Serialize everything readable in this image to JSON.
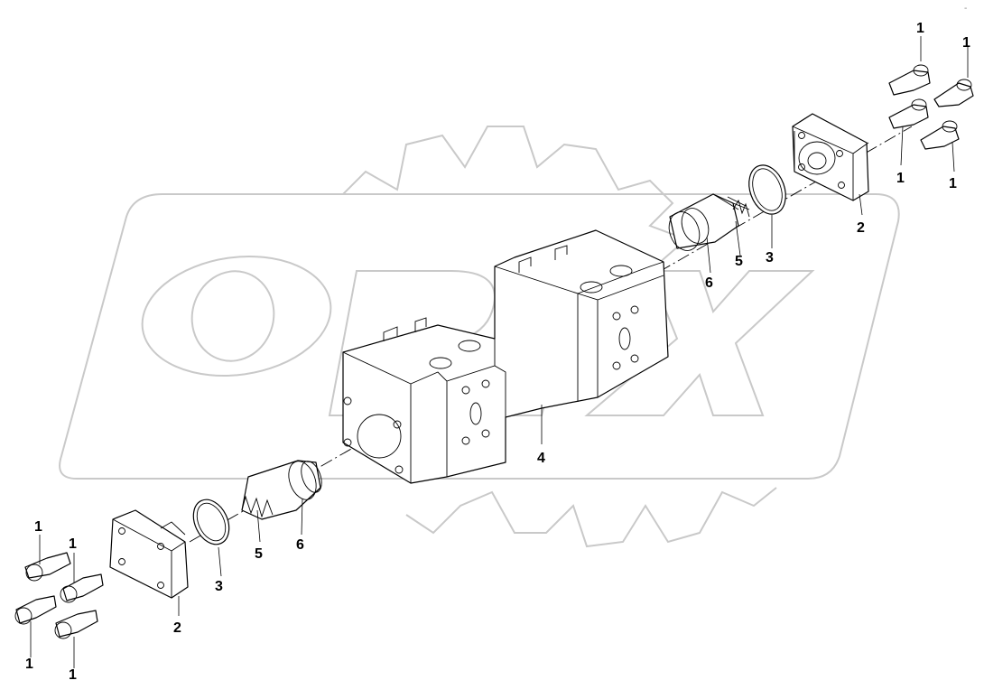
{
  "watermark": {
    "text": "ORFX",
    "color": "#c9c9c9"
  },
  "corner_mark": "‑",
  "callouts": [
    {
      "id": "c1",
      "text": "1"
    },
    {
      "id": "c2",
      "text": "1"
    },
    {
      "id": "c3",
      "text": "1"
    },
    {
      "id": "c4",
      "text": "1"
    },
    {
      "id": "c5",
      "text": "2"
    },
    {
      "id": "c6",
      "text": "3"
    },
    {
      "id": "c7",
      "text": "5"
    },
    {
      "id": "c8",
      "text": "6"
    },
    {
      "id": "c9",
      "text": "4"
    },
    {
      "id": "c10",
      "text": "5"
    },
    {
      "id": "c11",
      "text": "6"
    },
    {
      "id": "c12",
      "text": "3"
    },
    {
      "id": "c13",
      "text": "2"
    },
    {
      "id": "c14",
      "text": "1"
    },
    {
      "id": "c15",
      "text": "1"
    },
    {
      "id": "c16",
      "text": "1"
    },
    {
      "id": "c17",
      "text": "1"
    }
  ]
}
